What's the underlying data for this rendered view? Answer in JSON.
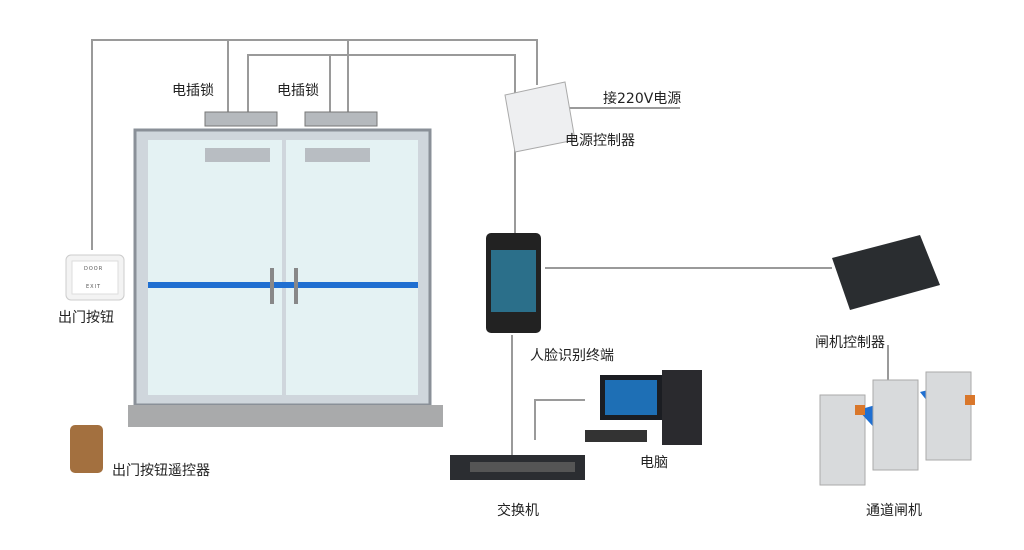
{
  "labels": {
    "lock1": "电插锁",
    "lock2": "电插锁",
    "power_in": "接220V电源",
    "power_controller": "电源控制器",
    "exit_button": "出门按钮",
    "face_terminal": "人脸识别终端",
    "gate_controller": "闸机控制器",
    "remote": "出门按钮遥控器",
    "computer": "电脑",
    "switch": "交换机",
    "turnstile": "通道闸机"
  },
  "device_text": {
    "button_top": "DOOR",
    "button_bottom": "EXIT"
  },
  "colors": {
    "line": "#9a9a9a",
    "accent_blue": "#1f6fd1",
    "accent_orange": "#d9772b"
  }
}
